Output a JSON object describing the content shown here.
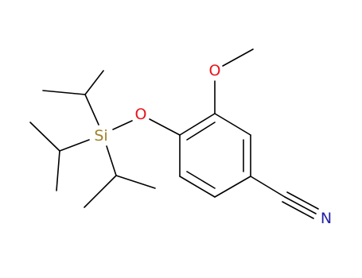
{
  "molecule": {
    "atoms": {
      "oxygen_methoxy": "O",
      "oxygen_silyl": "O",
      "silicon": "Si",
      "nitrogen": "N"
    },
    "colors": {
      "bond": "#000000",
      "oxygen": "#e8141c",
      "silicon": "#a08228",
      "nitrogen": "#2323a8"
    }
  }
}
